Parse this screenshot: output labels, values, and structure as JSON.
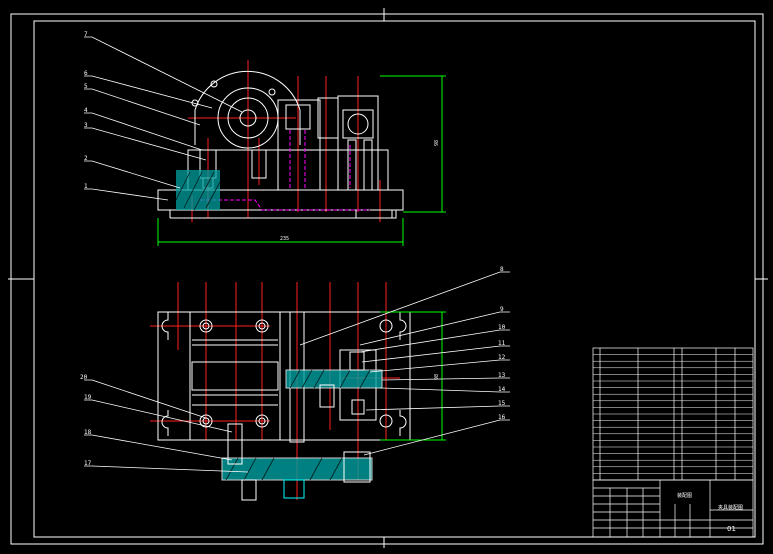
{
  "drawing": {
    "title_block": {
      "drawing_title": "夹具装配图",
      "company": "装配图",
      "sheet_number": "01"
    },
    "top_view_callouts": [
      "7",
      "6",
      "5",
      "4",
      "3",
      "2",
      "1"
    ],
    "front_view_callouts_left": [
      "20",
      "19",
      "18",
      "17"
    ],
    "front_view_callouts_right": [
      "8",
      "9",
      "10",
      "11",
      "12",
      "13",
      "14",
      "15",
      "16"
    ],
    "dimensions": {
      "top_width": "235",
      "top_height": "98",
      "front_height": "98"
    },
    "colors": {
      "background": "#000000",
      "outline": "#ffffff",
      "centerline": "#ff2020",
      "dimension": "#00ff00",
      "hidden": "#ff00ff",
      "section_fill": "#00a0a0",
      "part_fill": "#00d0d0",
      "label": "#ffffff"
    }
  }
}
